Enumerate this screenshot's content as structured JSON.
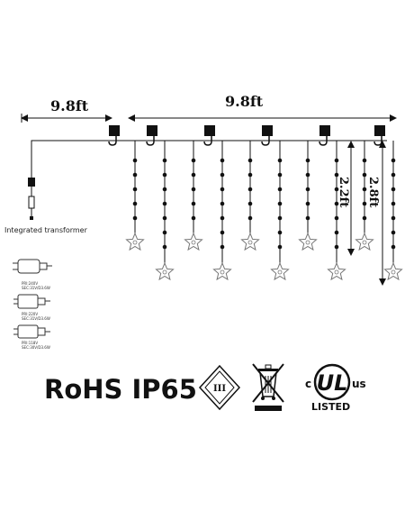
{
  "dimensions": {
    "left_length": "9.8ft",
    "top_length": "9.8ft",
    "short_drop": "2.2ft",
    "long_drop": "2.8ft"
  },
  "transformer": {
    "label": "Integrated transformer",
    "plugs": [
      {
        "line1": "PRI:240V",
        "line2": "SEC:31V/D3.6W"
      },
      {
        "line1": "PRI:220V",
        "line2": "SEC:31V/D3.6W"
      },
      {
        "line1": "PRI:118V",
        "line2": "SEC:30V/D3.6W"
      }
    ]
  },
  "certifications": {
    "rohs_ip": "RoHS IP65",
    "class_mark": "III",
    "ul_c": "c",
    "ul_us": "us",
    "ul_listed": "LISTED",
    "ul_mark": "UL"
  },
  "colors": {
    "line": "#111111",
    "bulb": "#111111",
    "star": "#777777"
  },
  "icons": [
    "hook-icon",
    "bulb-icon",
    "star-ornament-icon",
    "plug-icon",
    "class-iii-icon",
    "weee-bin-icon",
    "ul-listed-icon",
    "arrow-icon"
  ]
}
